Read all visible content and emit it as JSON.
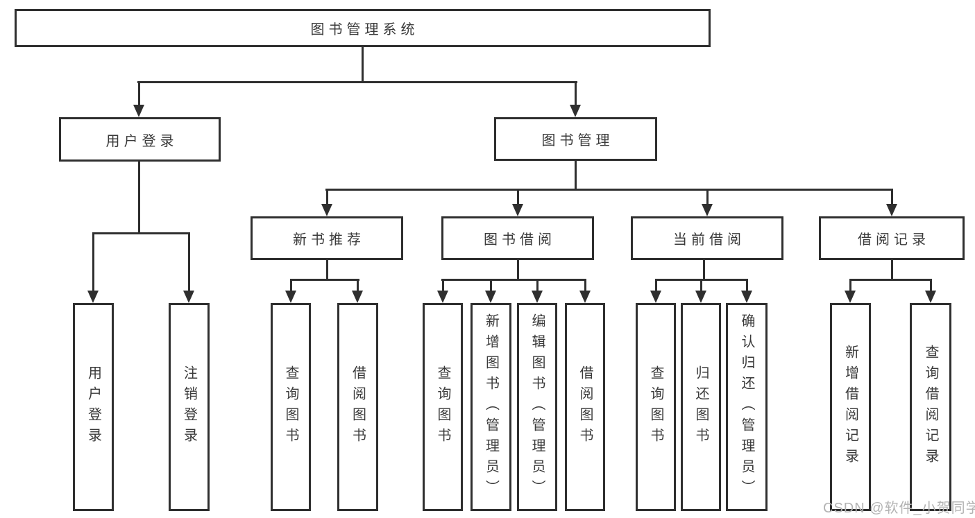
{
  "diagram": {
    "root": "图书管理系统",
    "branches": [
      {
        "label": "用户登录",
        "children": [
          "用户登录",
          "注销登录"
        ]
      },
      {
        "label": "图书管理",
        "children": [
          {
            "label": "新书推荐",
            "children": [
              "查询图书",
              "借阅图书"
            ]
          },
          {
            "label": "图书借阅",
            "children": [
              "查询图书",
              "新增图书（管理员）",
              "编辑图书（管理员）",
              "借阅图书"
            ]
          },
          {
            "label": "当前借阅",
            "children": [
              "查询图书",
              "归还图书",
              "确认归还（管理员）"
            ]
          },
          {
            "label": "借阅记录",
            "children": [
              "新增借阅记录",
              "查询借阅记录"
            ]
          }
        ]
      }
    ]
  },
  "watermark": "CSDN @软件_小贺同学",
  "colors": {
    "line": "#2f2f2f",
    "text": "#3a3a3a",
    "watermark": "#b3b3b3",
    "background": "#ffffff"
  }
}
